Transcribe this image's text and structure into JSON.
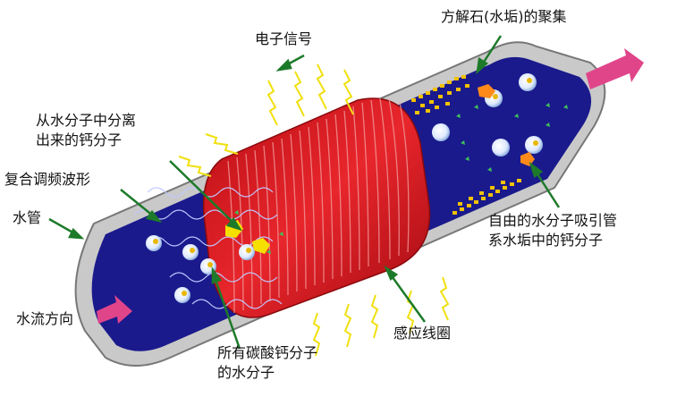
{
  "labels": {
    "electronic_signal": "电子信号",
    "scale_aggregation": "方解石(水垢)的聚集",
    "calcium_separated_line1": "从水分子中分离",
    "calcium_separated_line2": "出来的钙分子",
    "compound_waveform": "复合调频波形",
    "water_pipe": "水管",
    "free_water_line1": "自由的水分子吸引管",
    "free_water_line2": "系水垢中的钙分子",
    "water_flow_direction": "水流方向",
    "induction_coil": "感应线圈",
    "all_calcium_carbonate_line1": "所有碳酸钙分子",
    "all_calcium_carbonate_line2": "的水分子"
  },
  "colors": {
    "pipe_inner": "#1a1a8c",
    "pipe_outer": "#c8c8c8",
    "coil": "#d8151c",
    "arrow_green": "#1d7a2a",
    "flow_arrow": "#e0458a",
    "signal": "#f0e010",
    "deposit": "#f2c200"
  }
}
